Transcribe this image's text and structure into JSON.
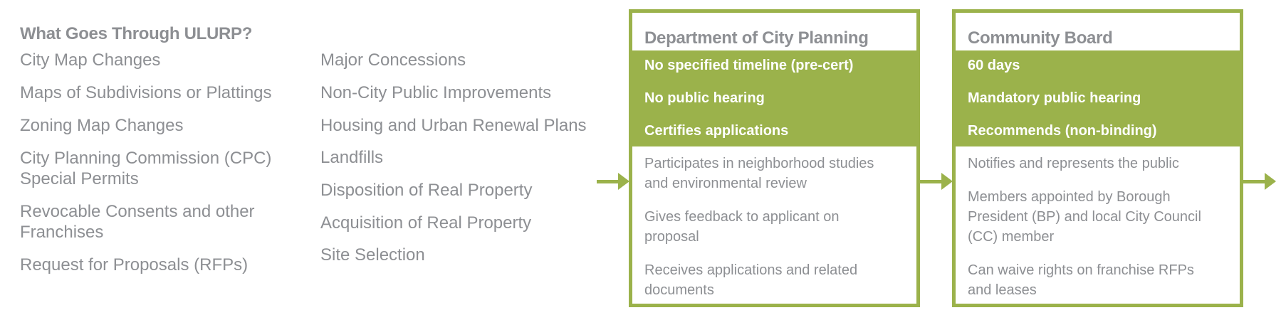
{
  "heading": "What Goes Through ULURP?",
  "column_left": {
    "items": [
      "City Map Changes",
      "Maps of Subdivisions or Plattings",
      "Zoning Map Changes",
      "City Planning Commission (CPC)",
      "Special Permits",
      "Revocable Consents and other",
      "Franchises",
      "Request for Proposals (RFPs)"
    ]
  },
  "column_right": {
    "items": [
      "Major Concessions",
      "Non-City Public Improvements",
      "Housing and Urban Renewal Plans",
      "Landfills",
      "Disposition of Real Property",
      "Acquisition of Real Property",
      "Site Selection"
    ]
  },
  "colors": {
    "accent": "#9bb24b",
    "text": "#8d8f93",
    "band_text": "#ffffff"
  },
  "stages": [
    {
      "title": "Department of City Planning",
      "band": [
        "No specified timeline (pre-cert)",
        "No public hearing",
        "Certifies applications"
      ],
      "desc": [
        "Participates in neighborhood studies",
        "and environmental review",
        "Gives feedback to applicant on",
        "proposal",
        "Receives applications and related",
        "documents"
      ]
    },
    {
      "title": "Community Board",
      "band": [
        "60 days",
        "Mandatory public hearing",
        "Recommends (non-binding)"
      ],
      "desc": [
        "Notifies and represents the public",
        "Members appointed by Borough",
        "President (BP) and local City Council",
        "(CC) member",
        "Can waive rights on franchise RFPs",
        "and leases"
      ]
    }
  ],
  "arrows": [
    "arrow-into-dcp",
    "arrow-dcp-to-cb",
    "arrow-cb-to-next"
  ]
}
